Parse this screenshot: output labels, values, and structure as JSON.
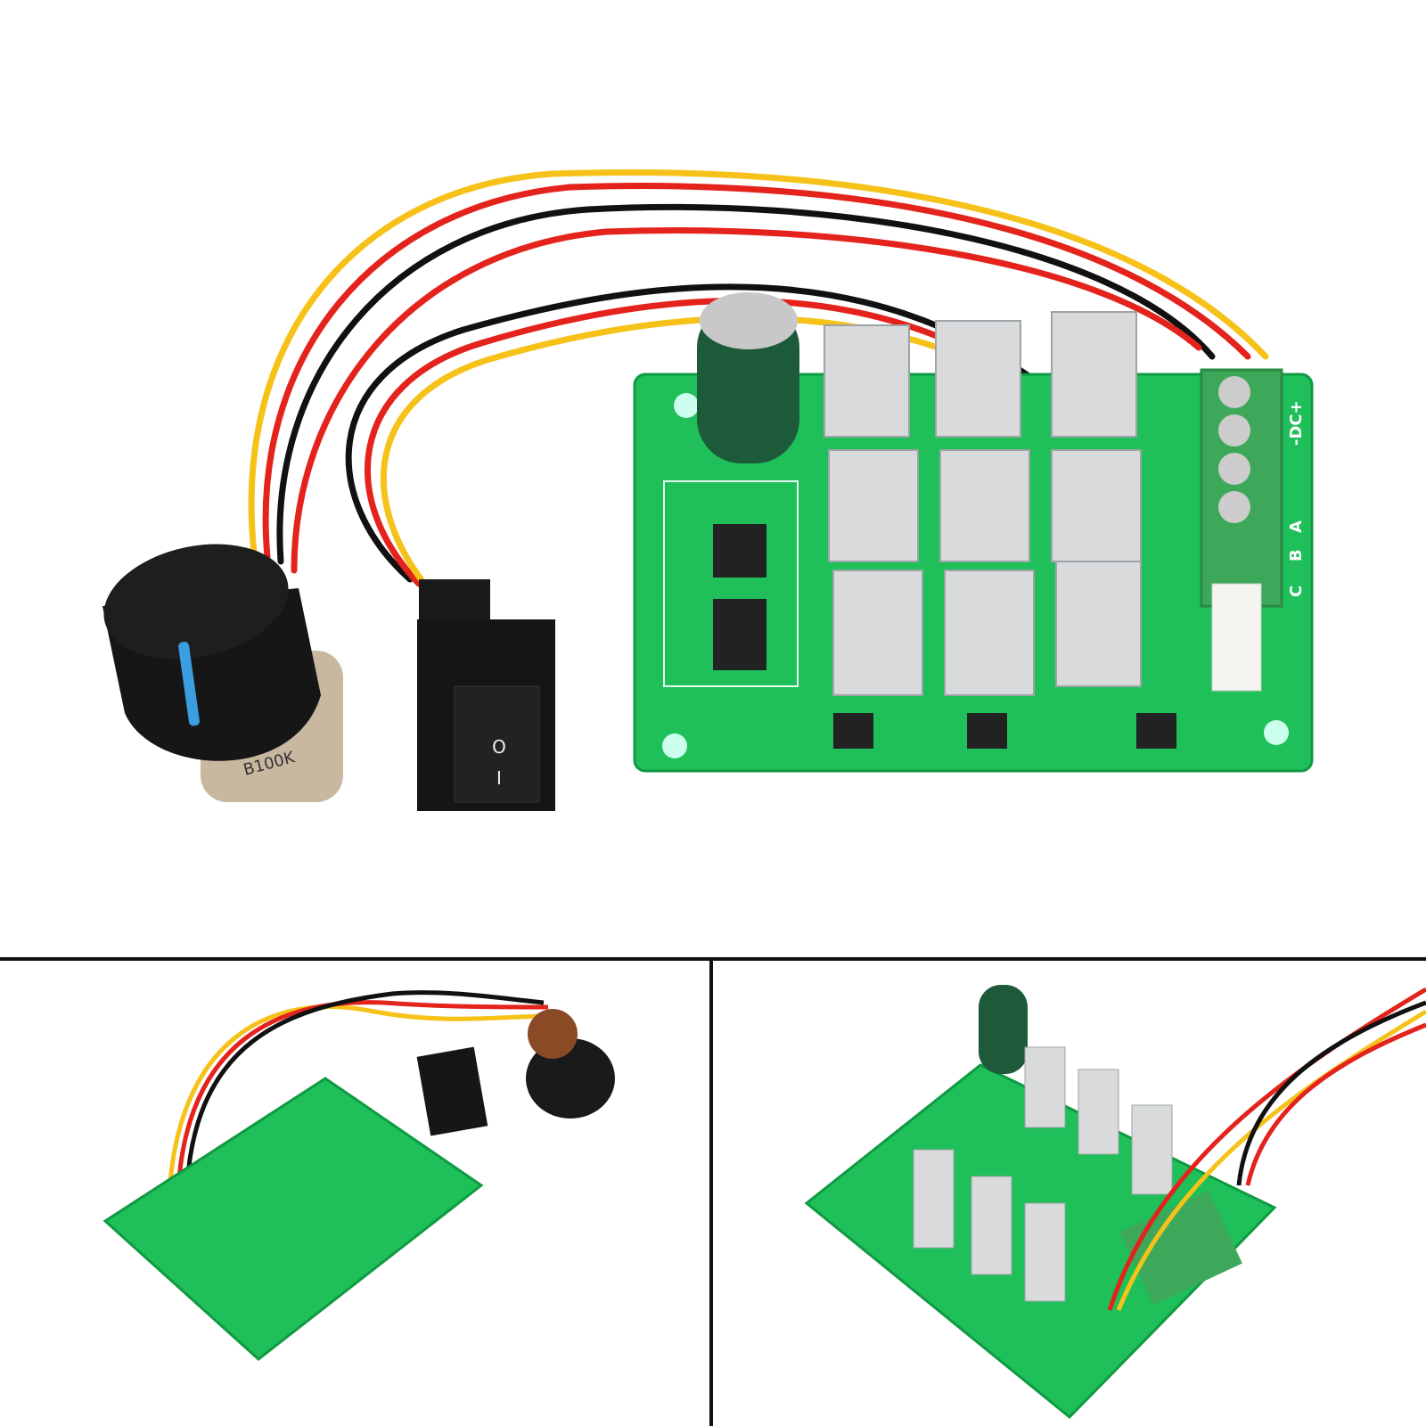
{
  "photo": {
    "panels": [
      "main-view",
      "back-view",
      "angled-view"
    ],
    "potentiometer_marking": "B100K",
    "switch_markings": {
      "off": "O",
      "on": "I"
    },
    "terminal_labels": {
      "power": "-DC+",
      "phase_a": "A",
      "phase_b": "B",
      "phase_c": "C"
    },
    "colors": {
      "pcb": "#1fbf5a",
      "wire_red": "#e3231c",
      "wire_yellow": "#f6c21a",
      "wire_black": "#111111",
      "terminal": "#3da85a",
      "knob_stripe": "#3b9ee0"
    }
  }
}
